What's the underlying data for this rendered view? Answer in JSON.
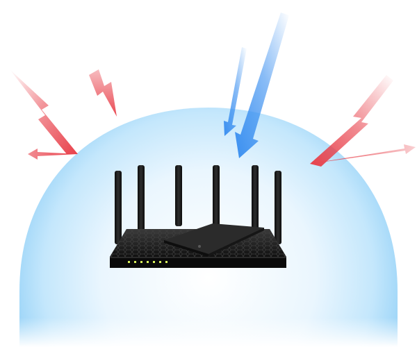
{
  "illustration": {
    "shield": {
      "color": "#aee0fb",
      "edge_color": "#7fc8f4"
    },
    "threats": {
      "color": "#e8404a",
      "count": 4,
      "status": "blocked"
    },
    "trusted_signals": {
      "color": "#3a8ff0",
      "count": 2,
      "status": "allowed"
    },
    "router": {
      "body_color": "#141414",
      "antenna_count": 6,
      "led_color": "#d7f05a",
      "led_count": 7
    }
  }
}
